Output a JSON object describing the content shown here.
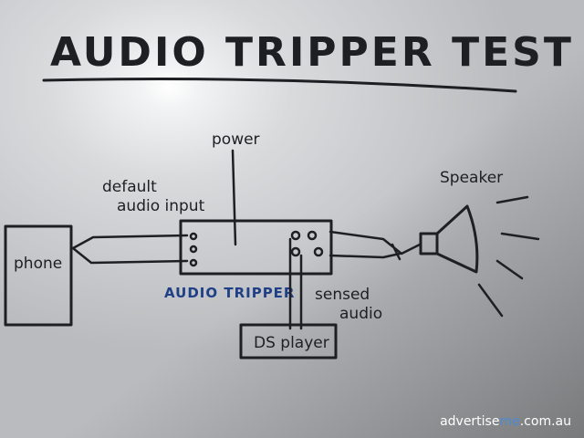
{
  "title": "AUDIO TRIPPER TEST",
  "labels": {
    "power": "power",
    "default_audio_input_line1": "default",
    "default_audio_input_line2": "audio input",
    "speaker": "Speaker",
    "phone": "phone",
    "audio_tripper": "AUDIO TRIPPER",
    "sensed_audio_line1": "sensed",
    "sensed_audio_line2": "audio",
    "ds_player": "DS player"
  },
  "watermark": {
    "part1": "advertise",
    "part2": "me",
    "part3": ".com.au"
  },
  "colors": {
    "board": "#c9cbce",
    "marker": "#1e1f22",
    "blue_marker": "#1f3f86",
    "watermark_accent": "#4a8ad6"
  }
}
